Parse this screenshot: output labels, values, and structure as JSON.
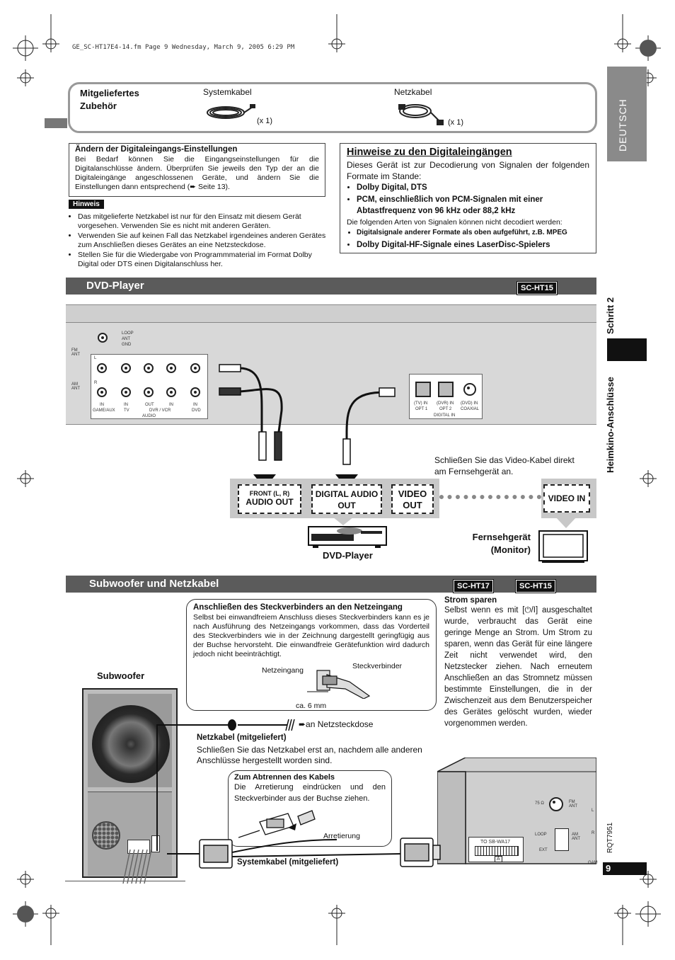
{
  "header_line": "GE_SC-HT17E4-14.fm  Page 9  Wednesday, March 9, 2005  6:29 PM",
  "side": {
    "language": "DEUTSCH",
    "step": "Schritt 2",
    "section": "Heimkino-Anschlüsse",
    "doc_code": "RQT7951",
    "page_number": "9"
  },
  "accessories": {
    "title": "Mitgeliefertes Zubehör",
    "item1_label": "Systemkabel",
    "item1_qty": "(x 1)",
    "item2_label": "Netzkabel",
    "item2_qty": "(x 1)"
  },
  "digital_settings": {
    "title": "Ändern der Digitaleingangs-Einstellungen",
    "body": "Bei Bedarf können Sie die Eingangseinstellungen für die Digitalanschlüsse ändern. Überprüfen Sie jeweils den Typ der an die Digitaleingänge angeschlossenen Geräte, und ändern Sie die Einstellungen dann entsprechend (➨ Seite 13)."
  },
  "hinweis": {
    "label": "Hinweis",
    "items": [
      "Das mitgelieferte Netzkabel ist nur für den Einsatz mit diesem Gerät vorgesehen. Verwenden Sie es nicht mit anderen Geräten.",
      "Verwenden Sie auf keinen Fall das Netzkabel irgendeines anderen Gerätes zum Anschließen dieses Gerätes an eine Netzsteckdose.",
      "Stellen Sie für die Wiedergabe von Programmmaterial im Format Dolby Digital oder DTS einen Digitalanschluss her."
    ]
  },
  "digital_inputs": {
    "title": "Hinweise zu den Digitaleingängen",
    "intro": "Dieses Gerät ist zur Decodierung von Signalen der folgenden Formate im Stande:",
    "supported": [
      "Dolby Digital, DTS",
      "PCM, einschließlich von PCM-Signalen mit einer Abtastfrequenz von 96 kHz oder 88,2 kHz"
    ],
    "unsupported_intro": "Die folgenden Arten von Signalen können nicht decodiert werden:",
    "unsupported": [
      "Digitalsignale anderer Formate als oben aufgeführt, z.B. MPEG",
      "Dolby Digital-HF-Signale eines LaserDisc-Spielers"
    ]
  },
  "dvd_section": {
    "title": "DVD-Player",
    "badge": "SC-HT15",
    "panel_labels": {
      "loop": "LOOP",
      "ant": "ANT",
      "gnd": "GND",
      "fm_ant": "FM ANT",
      "am_ant": "AM ANT",
      "l": "L",
      "r": "R",
      "in": "IN",
      "out": "OUT",
      "game_aux": "GAME/AUX",
      "tv": "TV",
      "dvr_vcr": "DVR / VCR",
      "dvd": "DVD",
      "audio": "AUDIO",
      "tv_in": "(TV) IN",
      "dvr_in": "(DVR) IN",
      "dvd_in": "(DVD) IN",
      "opt1": "OPT 1",
      "opt2": "OPT 2",
      "coaxial": "COAXIAL",
      "digital_in": "DIGITAL IN"
    },
    "video_note": "Schließen Sie das Video-Kabel direkt am Fernsehgerät an.",
    "audio_out_top": "FRONT (L, R)",
    "audio_out": "AUDIO OUT",
    "digital_audio_out": "DIGITAL AUDIO OUT",
    "video_out": "VIDEO OUT",
    "video_in": "VIDEO IN",
    "dvd_player": "DVD-Player",
    "tv_label": "Fernsehgerät (Monitor)"
  },
  "subwoofer_section": {
    "title": "Subwoofer und Netzkabel",
    "badges": [
      "SC-HT17",
      "SC-HT15"
    ],
    "subwoofer_label": "Subwoofer",
    "connector_title": "Anschließen des Steckverbinders an den Netzeingang",
    "connector_body": "Selbst bei einwandfreiem Anschluss dieses Steckverbinders kann es je nach Ausführung des Netzeingangs vorkommen, dass das Vorderteil des Steckverbinders wie in der Zeichnung dargestellt geringfügig aus der Buchse hervorsteht. Die einwandfreie Gerätefunktion wird dadurch jedoch nicht beeinträchtigt.",
    "netzeingang": "Netzeingang",
    "steckverbinder": "Steckverbinder",
    "ca6mm": "ca. 6 mm",
    "power_title": "Strom sparen",
    "power_body": "Selbst wenn es mit [⏻/I] ausgeschaltet wurde, verbraucht das Gerät eine geringe Menge an Strom. Um Strom zu sparen, wenn das Gerät für eine längere Zeit nicht verwendet wird, den Netzstecker ziehen. Nach erneutem Anschließen an das Stromnetz müssen bestimmte Einstellungen, die in der Zwischenzeit aus dem Benutzerspeicher des Gerätes gelöscht wurden, wieder vorgenommen werden.",
    "an_netzsteckdose": "➨an Netzsteckdose",
    "netzkabel_title": "Netzkabel (mitgeliefert)",
    "netzkabel_body": "Schließen Sie das Netzkabel erst an, nachdem alle anderen Anschlüsse hergestellt worden sind.",
    "remove_title": "Zum Abtrennen des Kabels",
    "remove_body": "Die Arretierung eindrücken und den Steckverbinder aus der Buchse ziehen.",
    "arretierung": "Arretierung",
    "systemkabel": "Systemkabel (mitgeliefert)",
    "to_sbwa17": "TO SB-WA17",
    "a_mark": "A",
    "ohm75": "75 Ω",
    "loop": "LOOP",
    "ext": "EXT",
    "fm_ant": "FM ANT",
    "am_ant": "AM ANT",
    "l": "L",
    "r": "R",
    "gam": "GAM"
  }
}
